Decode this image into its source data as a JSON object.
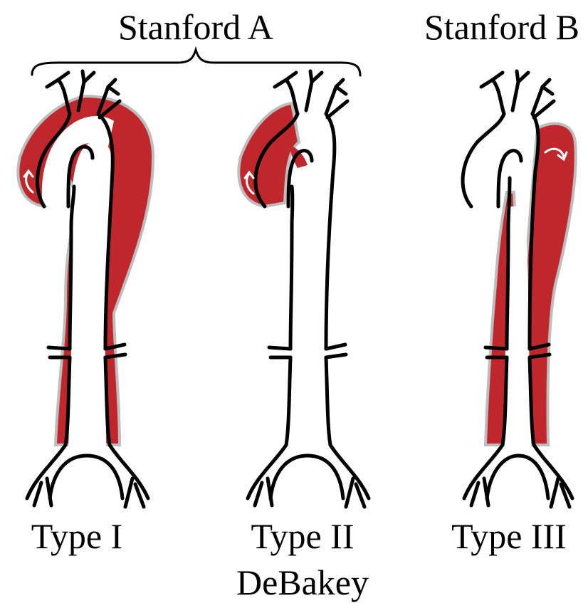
{
  "headers": {
    "stanford_a": "Stanford A",
    "stanford_b": "Stanford B"
  },
  "types": [
    {
      "label": "Type I",
      "dissection": "ascending-and-descending"
    },
    {
      "label": "Type II",
      "dissection": "ascending-only"
    },
    {
      "label": "Type III",
      "dissection": "descending-only"
    }
  ],
  "classification_label": "DeBakey",
  "colors": {
    "dissection": "#c0272d",
    "outline": "#000000",
    "halo": "#bdbdbd",
    "background": "#ffffff"
  }
}
